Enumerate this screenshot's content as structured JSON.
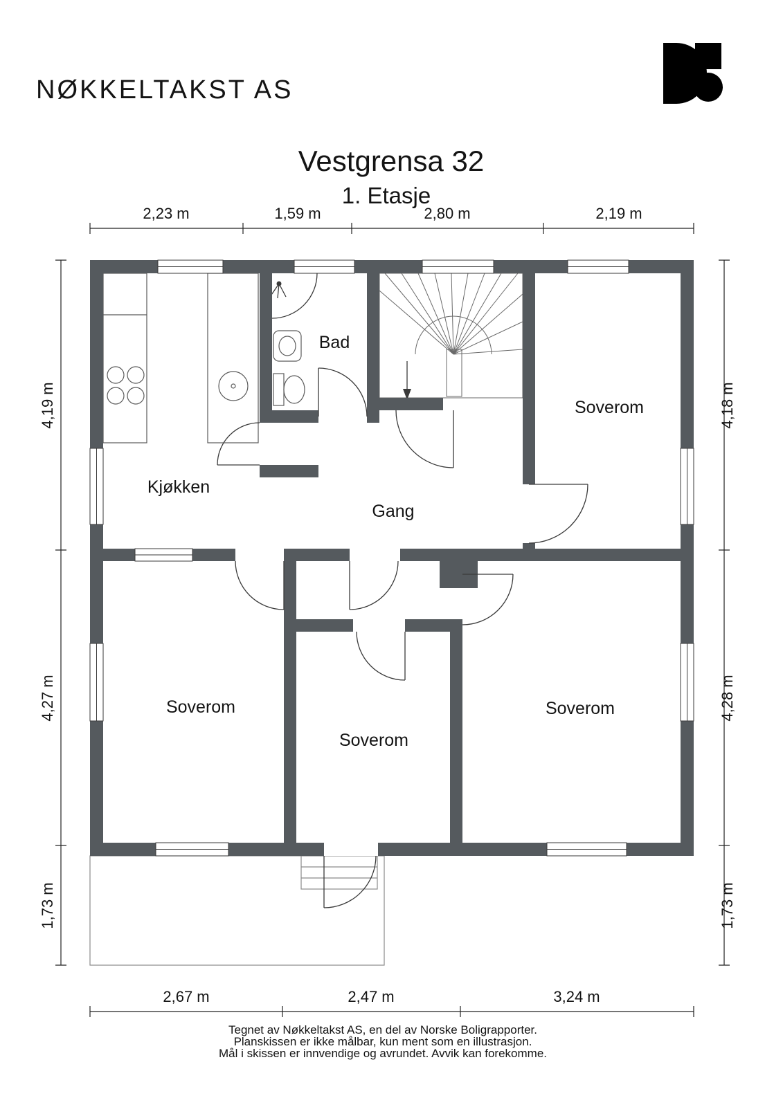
{
  "company": "NØKKELTAKST AS",
  "title": "Vestgrensa 32",
  "subtitle": "1. Etasje",
  "rooms": {
    "bad": "Bad",
    "soverom_ne": "Soverom",
    "kjokken": "Kjøkken",
    "gang": "Gang",
    "soverom_sw": "Soverom",
    "soverom_s": "Soverom",
    "soverom_se": "Soverom"
  },
  "dimensions": {
    "top": [
      "2,23 m",
      "1,59 m",
      "2,80 m",
      "2,19 m"
    ],
    "left": [
      "4,19 m",
      "4,27 m",
      "1,73 m"
    ],
    "right": [
      "4,18 m",
      "4,28 m",
      "1,73 m"
    ],
    "bottom": [
      "2,67 m",
      "2,47 m",
      "3,24 m"
    ]
  },
  "footer": {
    "line1": "Tegnet av Nøkkeltakst AS, en del av Norske Boligrapporter.",
    "line2": "Planskissen er ikke målbar, kun ment som en illustrasjon.",
    "line3": "Mål i skissen er innvendige og avrundet. Avvik kan forekomme."
  },
  "colors": {
    "wall": "#555a5e",
    "line": "#3a3a3a",
    "text": "#141414"
  }
}
